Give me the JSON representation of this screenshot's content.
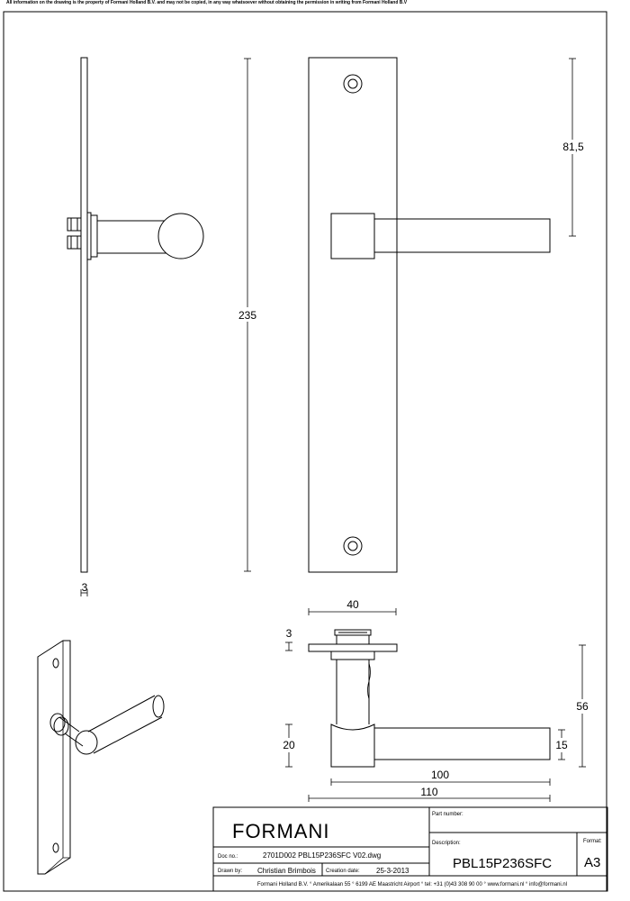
{
  "disclaimer": "All information on the drawing is the property of Formani Holland B.V. and may not be copied, in any way whatsoever without obtaining the permission in writing from Formani Holland B.V",
  "dimensions": {
    "plate_thickness": "3",
    "overall_height": "235",
    "lever_height_from_top": "81,5",
    "rose_width": "40",
    "rose_thickness": "3",
    "projection": "56",
    "rose_diameter": "20",
    "lever_thickness": "15",
    "lever_length": "100",
    "total_length": "110"
  },
  "title_block": {
    "brand": "FORMANI",
    "part_number_label": "Part number:",
    "doc_no_label": "Doc no.:",
    "doc_no_value": "2701D002 PBL15P236SFC V02.dwg",
    "drawn_by_label": "Drawn by:",
    "drawn_by_value": "Christian Brimbois",
    "creation_date_label": "Creation date:",
    "creation_date_value": "25-3-2013",
    "description_label": "Description:",
    "description_value": "PBL15P236SFC",
    "format_label": "Format:",
    "format_value": "A3",
    "footer": "Formani Holland B.V. ° Amerikalaan 55 ° 6199 AE Maastricht Airport ° tel: +31 (0)43 308 90 00 ° www.formani.nl ° info@formani.nl"
  }
}
